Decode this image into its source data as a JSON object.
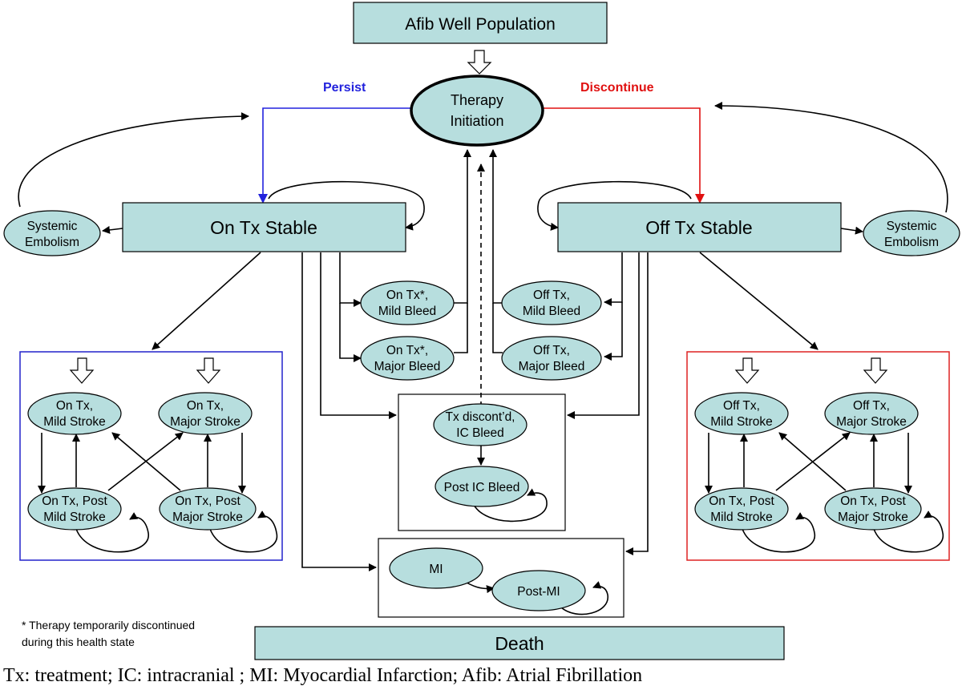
{
  "colors": {
    "node_fill": "#b7dede",
    "persist": "#2222dd",
    "discontinue": "#e01010",
    "group_blue": "#2222cc",
    "group_red": "#dd2222"
  },
  "nodes": {
    "afib_well": "Afib Well Population",
    "therapy_initiation": [
      "Therapy",
      "Initiation"
    ],
    "on_tx_stable": "On Tx Stable",
    "off_tx_stable": "Off Tx Stable",
    "systemic_embolism_left": [
      "Systemic",
      "Embolism"
    ],
    "systemic_embolism_right": [
      "Systemic",
      "Embolism"
    ],
    "on_mild_bleed": [
      "On Tx*,",
      "Mild Bleed"
    ],
    "on_major_bleed": [
      "On Tx*,",
      "Major Bleed"
    ],
    "off_mild_bleed": [
      "Off Tx,",
      "Mild Bleed"
    ],
    "off_major_bleed": [
      "Off Tx,",
      "Major Bleed"
    ],
    "tx_discont_ic": [
      "Tx discont’d,",
      "IC Bleed"
    ],
    "post_ic_bleed": "Post IC Bleed",
    "mi": "MI",
    "post_mi": "Post-MI",
    "death": "Death",
    "on_mild_stroke": [
      "On Tx,",
      "Mild Stroke"
    ],
    "on_major_stroke": [
      "On Tx,",
      "Major Stroke"
    ],
    "on_post_mild": [
      "On Tx, Post",
      "Mild Stroke"
    ],
    "on_post_major": [
      "On Tx, Post",
      "Major Stroke"
    ],
    "off_mild_stroke": [
      "Off Tx,",
      "Mild Stroke"
    ],
    "off_major_stroke": [
      "Off Tx,",
      "Major Stroke"
    ],
    "off_post_mild": [
      "On Tx, Post",
      "Mild Stroke"
    ],
    "off_post_major": [
      "On Tx, Post",
      "Major Stroke"
    ]
  },
  "labels": {
    "persist": "Persist",
    "discontinue": "Discontinue"
  },
  "notes": {
    "footnote": [
      "* Therapy temporarily discontinued",
      "during this health state"
    ],
    "legend": "Tx: treatment; IC: intracranial ; MI: Myocardial Infarction; Afib: Atrial Fibrillation"
  }
}
